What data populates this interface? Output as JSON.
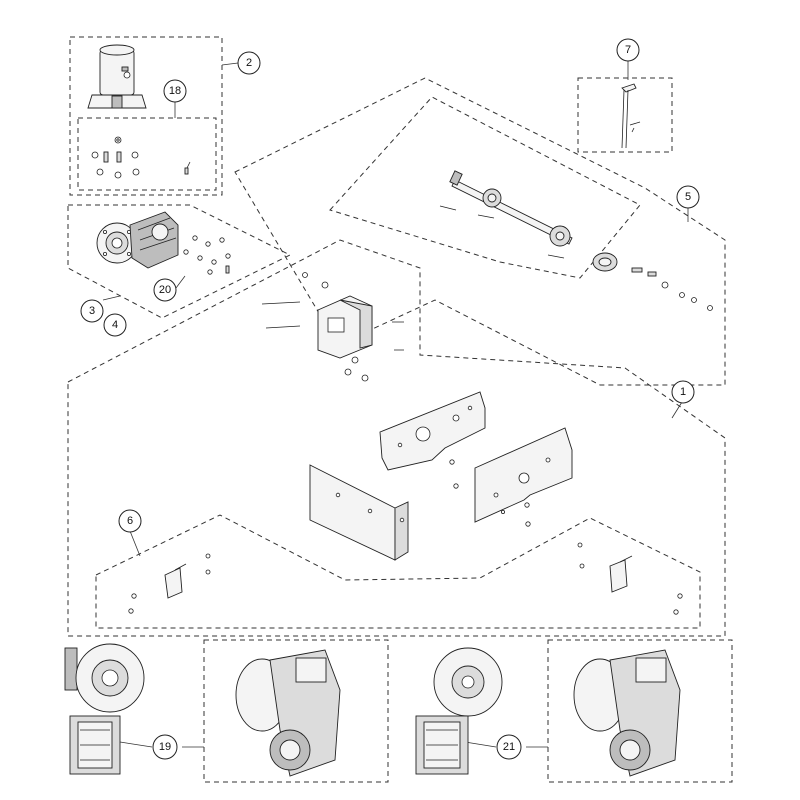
{
  "callouts": [
    {
      "id": "c1",
      "label": "1"
    },
    {
      "id": "c2",
      "label": "2"
    },
    {
      "id": "c3",
      "label": "3"
    },
    {
      "id": "c4",
      "label": "4"
    },
    {
      "id": "c5",
      "label": "5"
    },
    {
      "id": "c6",
      "label": "6"
    },
    {
      "id": "c7",
      "label": "7"
    },
    {
      "id": "c18",
      "label": "18"
    },
    {
      "id": "c19",
      "label": "19"
    },
    {
      "id": "c20",
      "label": "20"
    },
    {
      "id": "c21",
      "label": "21"
    }
  ],
  "colors": {
    "line": "#222222",
    "fill": "#f4f4f4",
    "shade": "#bdbdbd",
    "background": "#ffffff"
  }
}
